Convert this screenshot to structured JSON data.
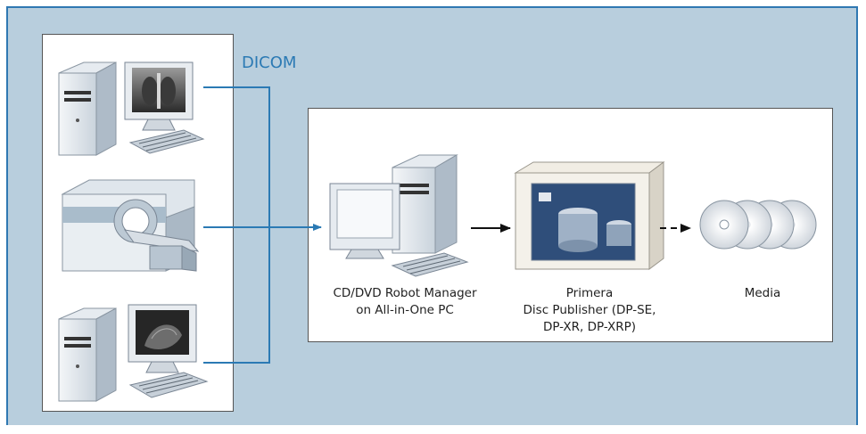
{
  "diagram": {
    "protocol_label": "DICOM",
    "sources": [
      {
        "name": "workstation-xray",
        "icon": "computer-with-xray-icon"
      },
      {
        "name": "ct-scanner",
        "icon": "ct-scanner-icon"
      },
      {
        "name": "workstation-angio",
        "icon": "computer-with-angiogram-icon"
      }
    ],
    "stages": [
      {
        "icon": "all-in-one-pc-icon",
        "lines": [
          "CD/DVD Robot Manager",
          "on All-in-One PC"
        ]
      },
      {
        "icon": "disc-publisher-icon",
        "lines": [
          "Primera",
          "Disc Publisher (DP-SE,",
          "DP-XR, DP-XRP)"
        ]
      },
      {
        "icon": "discs-icon",
        "lines": [
          "Media"
        ]
      }
    ]
  },
  "colors": {
    "background": "#b8cedd",
    "frame_border": "#2f78b2",
    "connector": "#2b7ab4",
    "arrow": "#111111"
  }
}
